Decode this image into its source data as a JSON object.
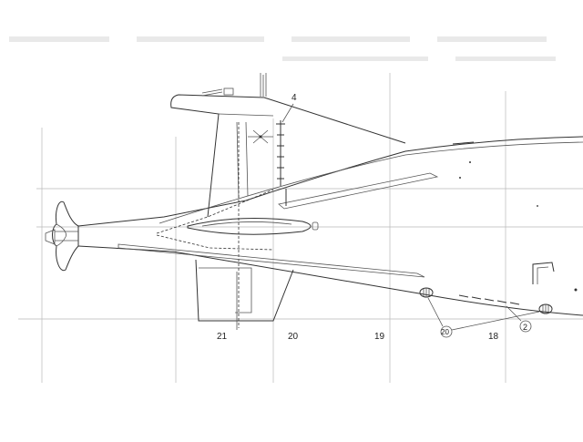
{
  "frame_numbers": [
    "21",
    "20",
    "19",
    "18"
  ],
  "callouts": {
    "tower": "4",
    "vent_left": "20",
    "grille": "2"
  },
  "colors": {
    "line": "#333333",
    "grid": "#b8b8b8",
    "background": "#ffffff"
  }
}
